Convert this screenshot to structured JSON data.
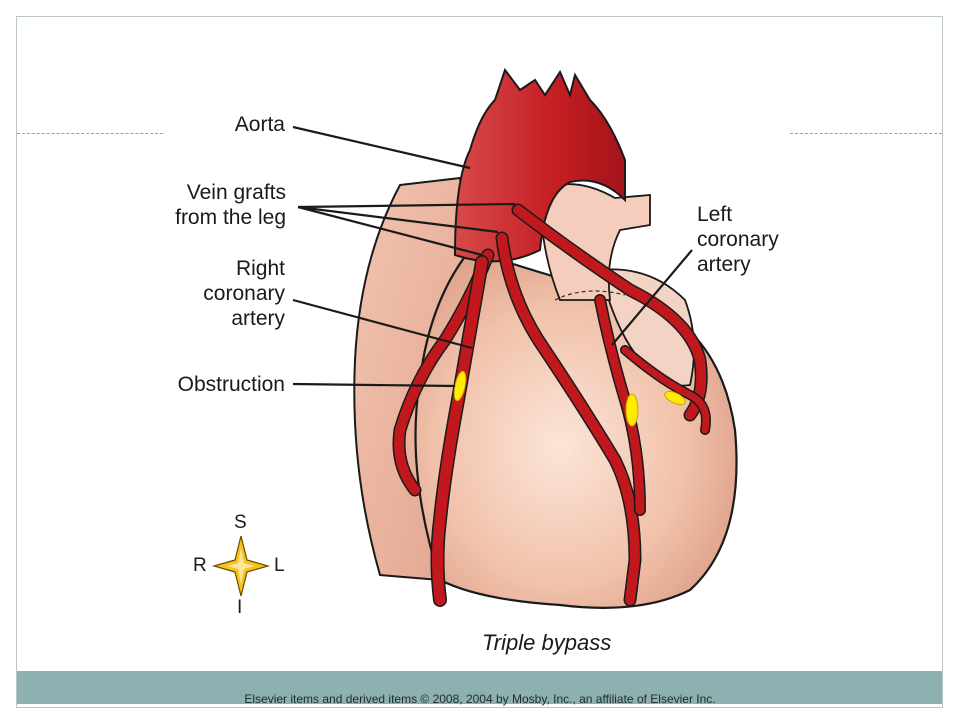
{
  "figure": {
    "labels": {
      "aorta": "Aorta",
      "vein_grafts_line1": "Vein grafts",
      "vein_grafts_line2": "from the leg",
      "right_coronary_line1": "Right",
      "right_coronary_line2": "coronary",
      "right_coronary_line3": "artery",
      "obstruction": "Obstruction",
      "left_coronary_line1": "Left",
      "left_coronary_line2": "coronary",
      "left_coronary_line3": "artery"
    },
    "caption": "Triple bypass"
  },
  "compass": {
    "superior": "S",
    "inferior": "I",
    "right": "R",
    "left": "L"
  },
  "footer": {
    "copyright": "Elsevier items and derived items © 2008, 2004 by Mosby, Inc., an affiliate of Elsevier Inc."
  },
  "colors": {
    "artery_red": "#c0181c",
    "heart_tissue": "#f0c3ae",
    "obstruction_yellow": "#ffeb00",
    "footer_band": "#8fb0b1"
  }
}
